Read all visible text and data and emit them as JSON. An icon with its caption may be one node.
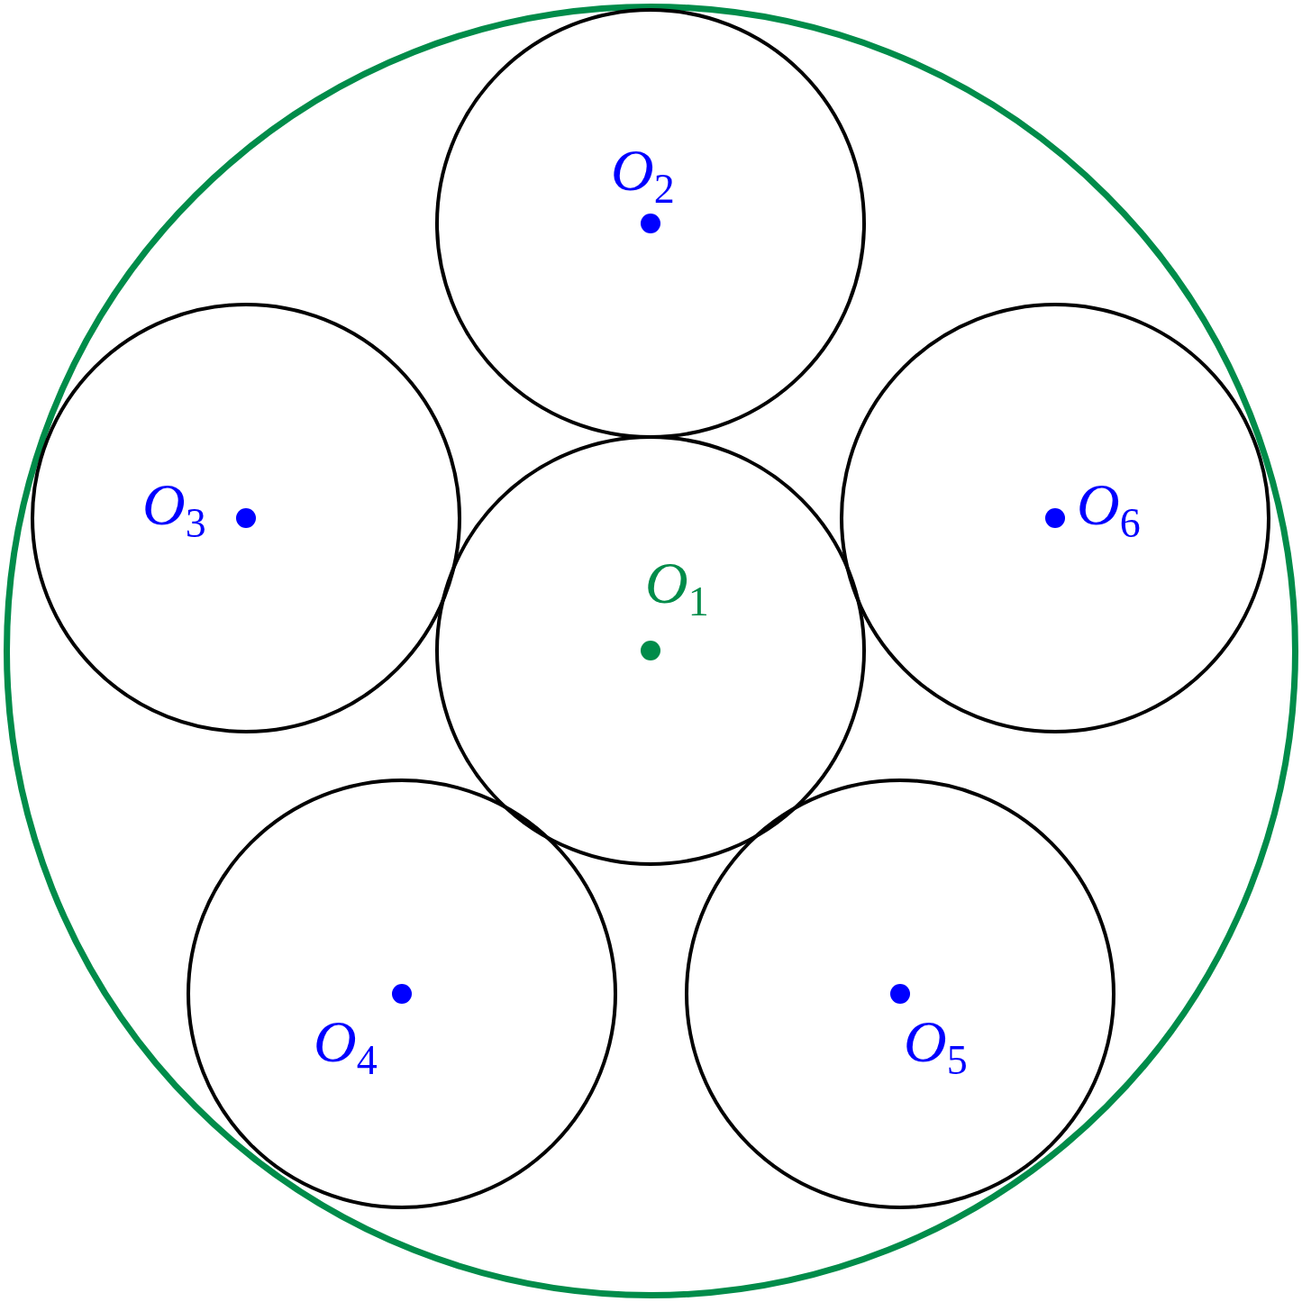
{
  "diagram": {
    "nodes": [
      {
        "text": [],
        "shape": "circle"
      },
      {
        "text": [
          "*O*$_{2}$"
        ],
        "in": 0
      },
      {
        "text": [
          "*O*$_{3}$"
        ],
        "in": 0
      },
      {
        "text": [
          "*O*$_{6}$"
        ],
        "in": 0
      },
      {
        "text": [
          "*O*$_{1}$"
        ],
        "in": 0
      },
      {
        "text": [
          "*O*$_{4}$"
        ],
        "in": 0
      },
      {
        "text": [
          "*O*$_{5}$"
        ],
        "in": 0
      }
    ]
  }
}
